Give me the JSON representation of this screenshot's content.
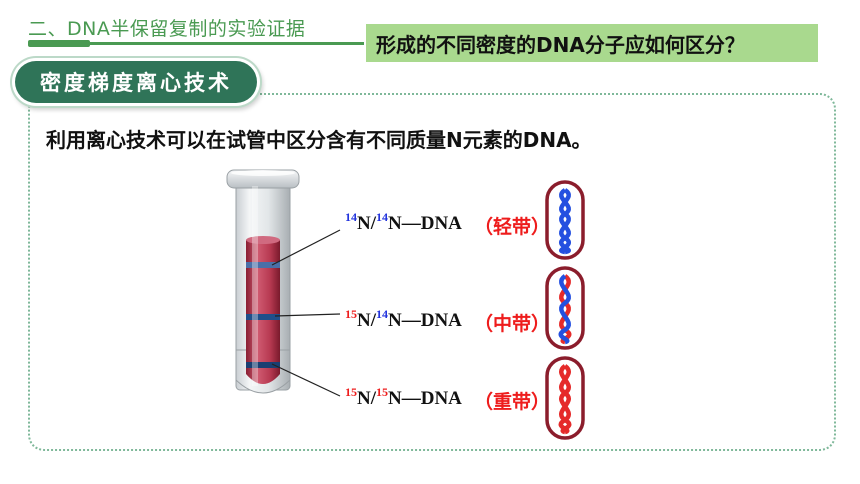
{
  "header": {
    "title": "二、DNA半保留复制的实验证据"
  },
  "question": "形成的不同密度的DNA分子应如何区分？",
  "section_tab": "密度梯度离心技术",
  "intro": "利用离心技术可以在试管中区分含有不同质量N元素的DNA。",
  "bands": [
    {
      "sup1": "14",
      "sup2": "14",
      "n1": "N/",
      "n2": "N",
      "suffix": "—DNA",
      "tag": "（轻带）"
    },
    {
      "sup1": "15",
      "sup2": "14",
      "n1": "N/",
      "n2": "N",
      "suffix": "—DNA",
      "tag": "（中带）"
    },
    {
      "sup1": "15",
      "sup2": "15",
      "n1": "N/",
      "n2": "N",
      "suffix": "—DNA",
      "tag": "（重带）"
    }
  ],
  "colors": {
    "accent_green": "#4a9a52",
    "tab_green": "#2f7458",
    "question_bg": "#a9d98e",
    "isotope_14": "#2233dd",
    "isotope_15": "#ee1c1c",
    "tube_liquid": "#b83a52"
  }
}
